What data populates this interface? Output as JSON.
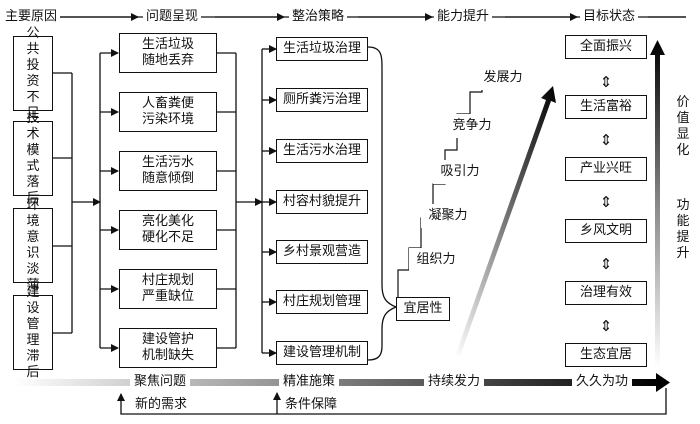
{
  "header": {
    "col1": "主要原因",
    "col2": "问题呈现",
    "col3": "整治策略",
    "col4": "能力提升",
    "col5": "目标状态"
  },
  "causes": [
    "公共投资不足",
    "技术模式落后",
    "环境意识淡薄",
    "建设管理滞后"
  ],
  "problems": [
    [
      "生活垃圾",
      "随地丢弃"
    ],
    [
      "人畜粪便",
      "污染环境"
    ],
    [
      "生活污水",
      "随意倾倒"
    ],
    [
      "亮化美化",
      "硬化不足"
    ],
    [
      "村庄规划",
      "严重缺位"
    ],
    [
      "建设管护",
      "机制缺失"
    ]
  ],
  "strategies": [
    "生活垃圾治理",
    "厕所粪污治理",
    "生活污水治理",
    "村容村貌提升",
    "乡村景观营造",
    "村庄规划管理",
    "建设管理机制"
  ],
  "abilities": [
    "宜居性",
    "组织力",
    "凝聚力",
    "吸引力",
    "竞争力",
    "发展力"
  ],
  "goals": [
    "全面振兴",
    "生活富裕",
    "产业兴旺",
    "乡风文明",
    "治理有效",
    "生态宜居"
  ],
  "side_labels": {
    "value": "价值显化",
    "function": "功能提升"
  },
  "bottom": {
    "stages": [
      "聚焦问题",
      "精准施策",
      "持续发力",
      "久久为功"
    ],
    "new_demand": "新的需求",
    "conditions": "条件保障"
  },
  "goal_connector_glyph": "⇕"
}
